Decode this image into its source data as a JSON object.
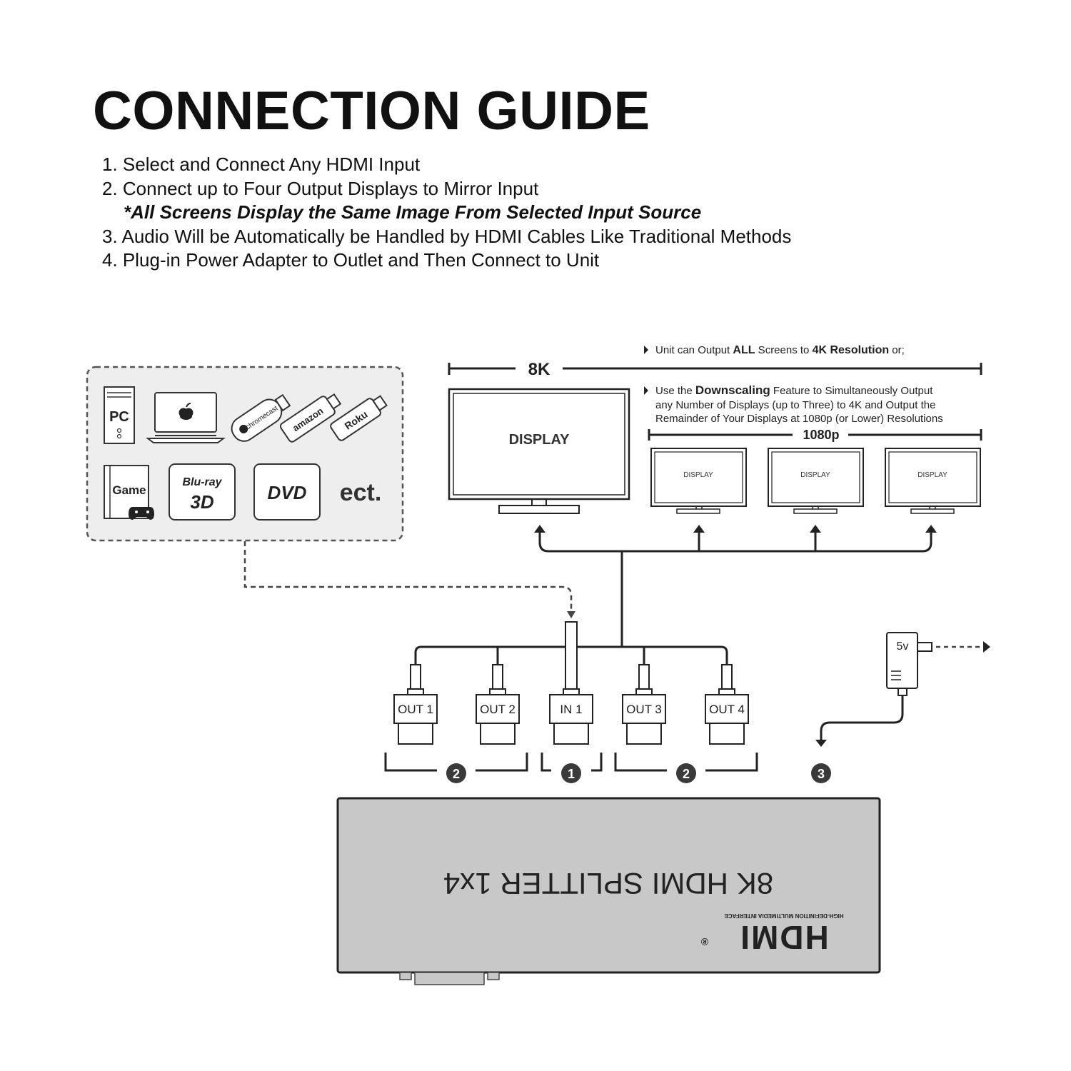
{
  "title": "CONNECTION GUIDE",
  "steps": [
    "1. Select and Connect Any HDMI Input",
    "2. Connect up to Four Output Displays to Mirror Input",
    "*All Screens Display the Same Image From Selected Input Source",
    "3. Audio Will be Automatically be Handled by HDMI Cables Like Traditional Methods",
    "4. Plug-in Power Adapter to Outlet and Then Connect to Unit"
  ],
  "sources": {
    "pc": "PC",
    "chromecast": "chromecast",
    "amazon": "amazon",
    "roku": "Roku",
    "game": "Game",
    "bluray": "Blu-ray",
    "bluray_3d": "3D",
    "dvd": "DVD",
    "etc": "ect."
  },
  "notes": {
    "output_all": [
      "Unit can Output ",
      "ALL",
      " Screens to ",
      "4K Resolution",
      " or;"
    ],
    "downscale_line1": [
      "Use the ",
      "Downscaling",
      " Feature to Simultaneously Output"
    ],
    "downscale_line2": "any Number of Displays (up to Three) to 4K and Output the",
    "downscale_line3": "Remainder of Your Displays at 1080p (or Lower) Resolutions"
  },
  "displays": {
    "main_label": "DISPLAY",
    "main_resolution": "8K",
    "small_resolution": "1080p",
    "small_labels": [
      "DISPLAY",
      "DISPLAY",
      "DISPLAY"
    ]
  },
  "ports": [
    "OUT 1",
    "OUT 2",
    "IN 1",
    "OUT 3",
    "OUT 4"
  ],
  "step_markers": [
    "2",
    "1",
    "2",
    "3"
  ],
  "power": {
    "voltage": "5v"
  },
  "unit": {
    "name": "8K HDMI SPLITTER 1x4",
    "logo": "HDMI",
    "logo_tagline": "HIGH-DEFINITION MULTIMEDIA INTERFACE",
    "logo_mark": "®"
  },
  "colors": {
    "ink": "#222222",
    "unit_fill": "#c8c8c8",
    "source_panel": "#eeeeee",
    "marker": "#3a3a3a"
  }
}
